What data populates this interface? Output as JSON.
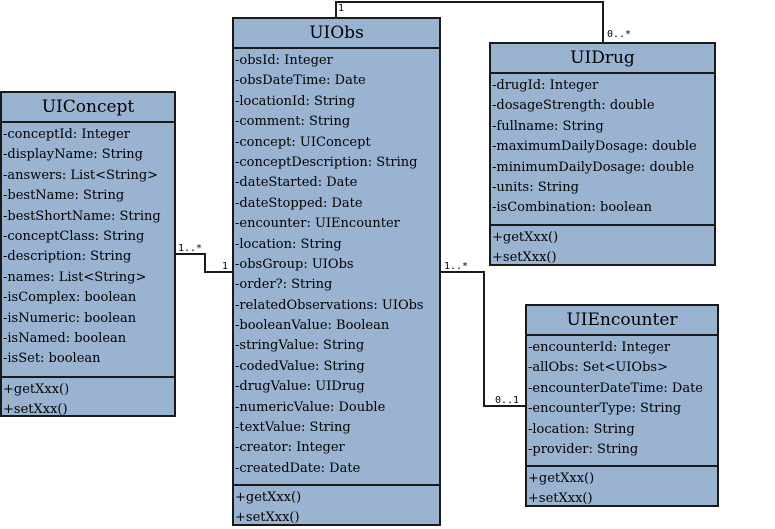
{
  "classes": {
    "uiconcept": {
      "name": "UIConcept",
      "attributes": [
        "-conceptId: Integer",
        "-displayName: String",
        "-answers: List<String>",
        "-bestName: String",
        "-bestShortName: String",
        "-conceptClass: String",
        "-description: String",
        "-names: List<String>",
        "-isComplex: boolean",
        "-isNumeric: boolean",
        "-isNamed: boolean",
        "-isSet: boolean"
      ],
      "operations": [
        "+getXxx()",
        "+setXxx()"
      ]
    },
    "uiobs": {
      "name": "UIObs",
      "attributes": [
        "-obsId: Integer",
        "-obsDateTime: Date",
        "-locationId: String",
        "-comment: String",
        "-concept: UIConcept",
        "-conceptDescription: String",
        "-dateStarted: Date",
        "-dateStopped: Date",
        "-encounter: UIEncounter",
        "-location: String",
        "-obsGroup: UIObs",
        "-order?: String",
        "-relatedObservations: UIObs",
        "-booleanValue: Boolean",
        "-stringValue: String",
        "-codedValue: String",
        "-drugValue: UIDrug",
        "-numericValue: Double",
        "-textValue: String",
        "-creator: Integer",
        "-createdDate: Date"
      ],
      "operations": [
        "+getXxx()",
        "+setXxx()"
      ]
    },
    "uidrug": {
      "name": "UIDrug",
      "attributes": [
        "-drugId: Integer",
        "-dosageStrength: double",
        "-fullname: String",
        "-maximumDailyDosage: double",
        "-minimumDailyDosage: double",
        "-units: String",
        "-isCombination: boolean"
      ],
      "operations": [
        "+getXxx()",
        "+setXxx()"
      ]
    },
    "uiencounter": {
      "name": "UIEncounter",
      "attributes": [
        "-encounterId: Integer",
        "-allObs: Set<UIObs>",
        "-encounterDateTime: Date",
        "-encounterType: String",
        "-location: String",
        "-provider: String"
      ],
      "operations": [
        "+getXxx()",
        "+setXxx()"
      ]
    }
  },
  "associations": {
    "obs_drug": {
      "obs_end": "1",
      "drug_end": "0..*"
    },
    "concept_obs": {
      "concept_end": "1..*",
      "obs_end": "1"
    },
    "obs_encounter": {
      "obs_end": "1..*",
      "encounter_end": "0..1"
    }
  },
  "colors": {
    "class_fill": "#9ab3d1",
    "line": "#1a1a1a"
  }
}
